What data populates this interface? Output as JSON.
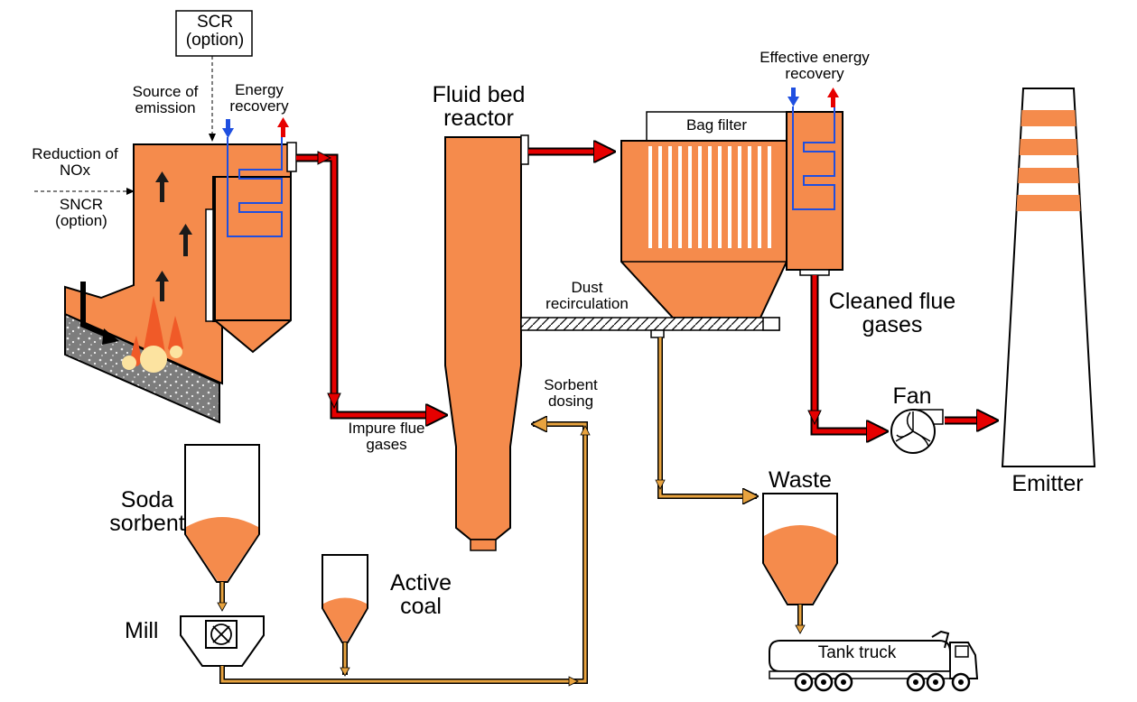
{
  "labels": {
    "scr": "SCR\n(option)",
    "source_of_emission": "Source of\nemission",
    "energy_recovery": "Energy\nrecovery",
    "reduction_nox": "Reduction of\nNOx",
    "sncr": "SNCR\n(option)",
    "fluid_bed_reactor": "Fluid bed\nreactor",
    "effective_energy_recovery": "Effective energy\nrecovery",
    "bag_filter": "Bag filter",
    "dust_recirculation": "Dust\nrecirculation",
    "cleaned_flue_gases": "Cleaned flue\ngases",
    "fan": "Fan",
    "emitter": "Emitter",
    "impure_flue_gases": "Impure flue\ngases",
    "sorbent_dosing": "Sorbent\ndosing",
    "soda_sorbent": "Soda\nsorbent",
    "mill": "Mill",
    "active_coal": "Active\ncoal",
    "waste": "Waste",
    "tank_truck": "Tank truck"
  },
  "colors": {
    "equipment_fill": "#f58b4c",
    "flue_gas_arrow": "#e60000",
    "sorbent_line": "#e8a33f",
    "cold_water": "#1f4fe0",
    "hot_water": "#e60000",
    "gravel": "#8a8a8a"
  }
}
